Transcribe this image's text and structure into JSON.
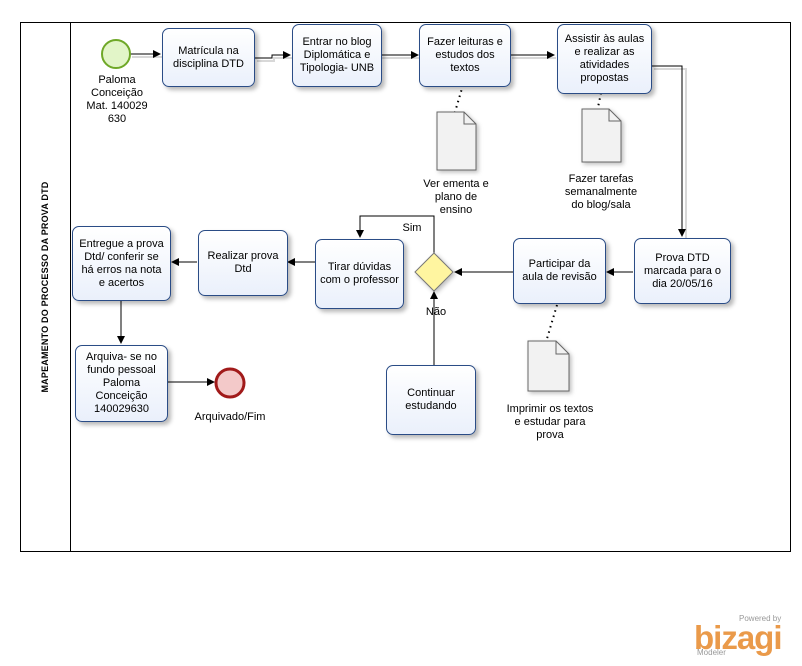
{
  "pool": {
    "title": "MAPEAMENTO DO PROCESSO DA PROVA DTD"
  },
  "start_label": [
    "Paloma",
    "Conceição",
    "Mat. 140029",
    "630"
  ],
  "tasks": {
    "matricula": "Matrícula na disciplina DTD",
    "entrar_blog": "Entrar no blog Diplomática e Tipologia- UNB",
    "leituras": "Fazer leituras e estudos  dos textos",
    "assistir": "Assistir às aulas e realizar  as atividades propostas",
    "prova": "Prova DTD marcada para o dia 20/05/16",
    "revisao": "Participar da aula de revisão",
    "duvidas": "Tirar dúvidas com o professor",
    "realizar": "Realizar prova Dtd",
    "entregue": "Entregue a prova Dtd/ conferir se há erros na nota e acertos",
    "arquiva": "Arquiva- se no fundo pessoal Paloma Conceição 140029630",
    "continuar": "Continuar estudando"
  },
  "documents": {
    "ementa": [
      "Ver ementa e",
      "plano de",
      "ensino"
    ],
    "tarefas": [
      "Fazer tarefas",
      "semanalmente",
      "do blog/sala"
    ],
    "imprimir": [
      "Imprimir os textos",
      "e estudar para",
      "prova"
    ]
  },
  "gateway": {
    "yes": "Sim",
    "no": "Não"
  },
  "end_label": "Arquivado/Fim",
  "branding": {
    "powered": "Powered by",
    "logo": "bizagi",
    "product": "Modeler"
  },
  "colors": {
    "task_border": "#2a4c86",
    "start_fill": "#e2f5c8",
    "start_stroke": "#6fa828",
    "end_fill": "#f3c9c9",
    "end_stroke": "#a11a1a",
    "gateway_fill": "#fff5a0",
    "gateway_stroke": "#777777",
    "logo": "#ea9a4a"
  }
}
